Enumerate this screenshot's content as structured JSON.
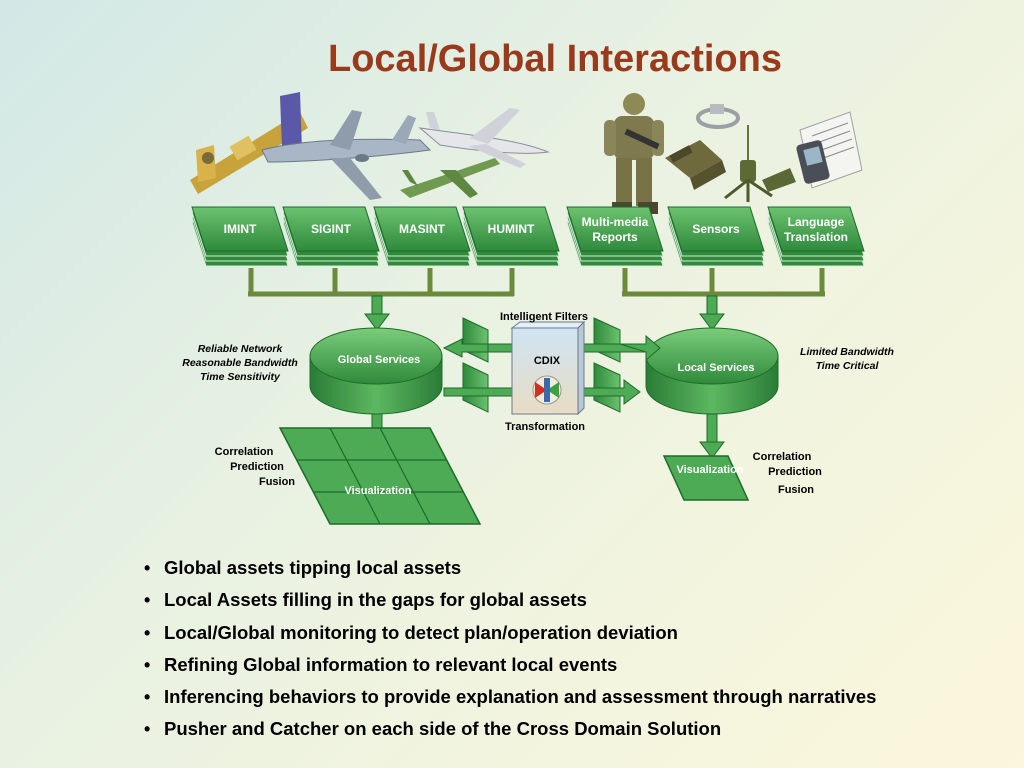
{
  "slide": {
    "title": "Local/Global Interactions"
  },
  "sources": [
    {
      "label": "IMINT"
    },
    {
      "label": "SIGINT"
    },
    {
      "label": "MASINT"
    },
    {
      "label": "HUMINT"
    },
    {
      "label_line1": "Multi-media",
      "label_line2": "Reports"
    },
    {
      "label": "Sensors"
    },
    {
      "label_line1": "Language",
      "label_line2": "Translation"
    }
  ],
  "global_side": {
    "service_label": "Global Services",
    "notes": [
      "Reliable Network",
      "Reasonable Bandwidth",
      "Time Sensitivity"
    ],
    "analysis": [
      "Correlation",
      "Prediction",
      "Fusion"
    ],
    "visualization_label": "Visualization"
  },
  "local_side": {
    "service_label": "Local Services",
    "notes": [
      "Limited Bandwidth",
      "Time Critical"
    ],
    "analysis": [
      "Correlation",
      "Prediction",
      "Fusion"
    ],
    "visualization_label": "Visualization"
  },
  "cdix": {
    "label": "CDIX",
    "top_label": "Intelligent Filters",
    "bottom_label": "Transformation"
  },
  "bullets": [
    "Global assets tipping local assets",
    "Local Assets filling in the gaps for global assets",
    "Local/Global monitoring to detect plan/operation deviation",
    "Refining Global information to relevant local events",
    "Inferencing behaviors to provide explanation and assessment through narratives",
    "Pusher and Catcher on each side of the Cross Domain Solution"
  ],
  "colors": {
    "title": "#9a3a1c",
    "green_fill": "#4daa55",
    "green_dark": "#1e6b2a",
    "connector": "#6b8a3c"
  },
  "icons": [
    "satellite-icon",
    "surveillance-aircraft-icon",
    "business-jet-icon",
    "uav-drone-icon",
    "soldier-icon",
    "ground-robot-icon",
    "sensor-device-icon",
    "ground-sensor-icon",
    "handheld-translator-icon"
  ]
}
